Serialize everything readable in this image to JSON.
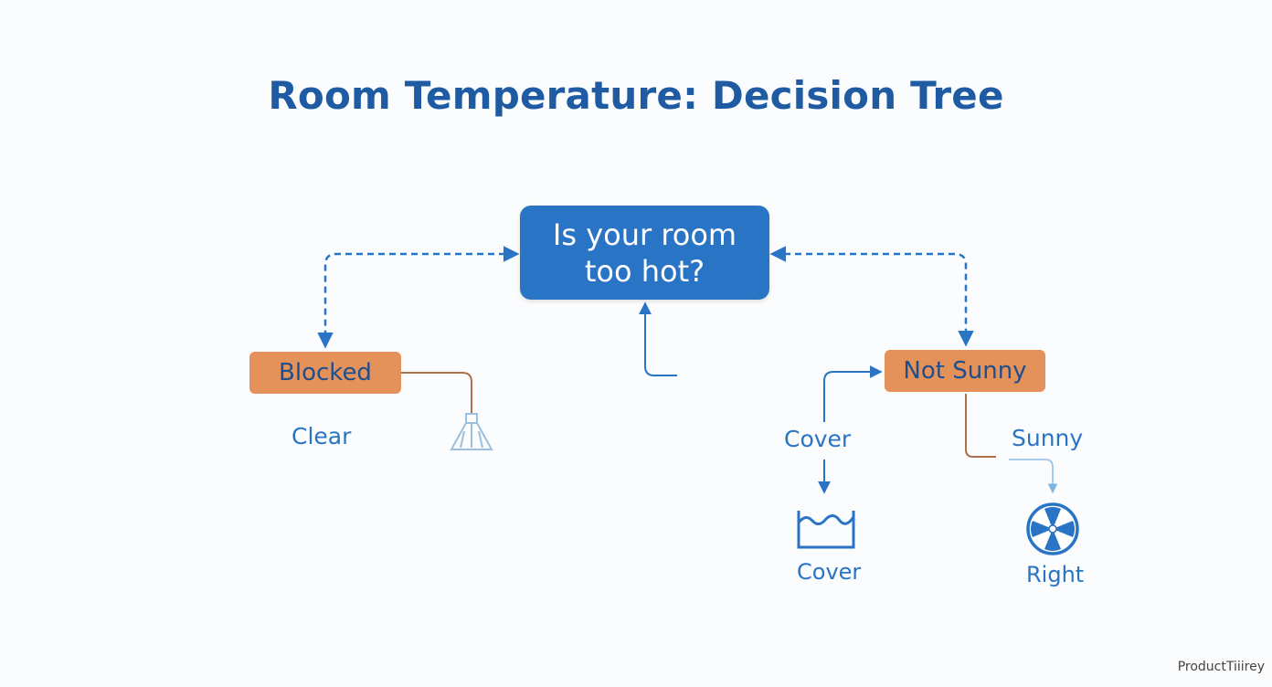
{
  "title": "Room Temperature: Decision Tree",
  "nodes": {
    "question": "Is your room too hot?",
    "blocked": "Blocked",
    "not_sunny": "Not Sunny"
  },
  "labels": {
    "clear": "Clear",
    "cover_upper": "Cover",
    "sunny": "Sunny",
    "cover_lower": "Cover",
    "right": "Right"
  },
  "icons": {
    "lamp": "lamp-icon",
    "water": "water-icon",
    "fan": "fan-icon"
  },
  "watermark": "ProductTiiirey",
  "colors": {
    "title": "#1f5ba3",
    "question_box": "#2a74c5",
    "decision_box": "#e4915a",
    "connector_blue": "#2a74c5",
    "connector_brown": "#b0714a"
  }
}
